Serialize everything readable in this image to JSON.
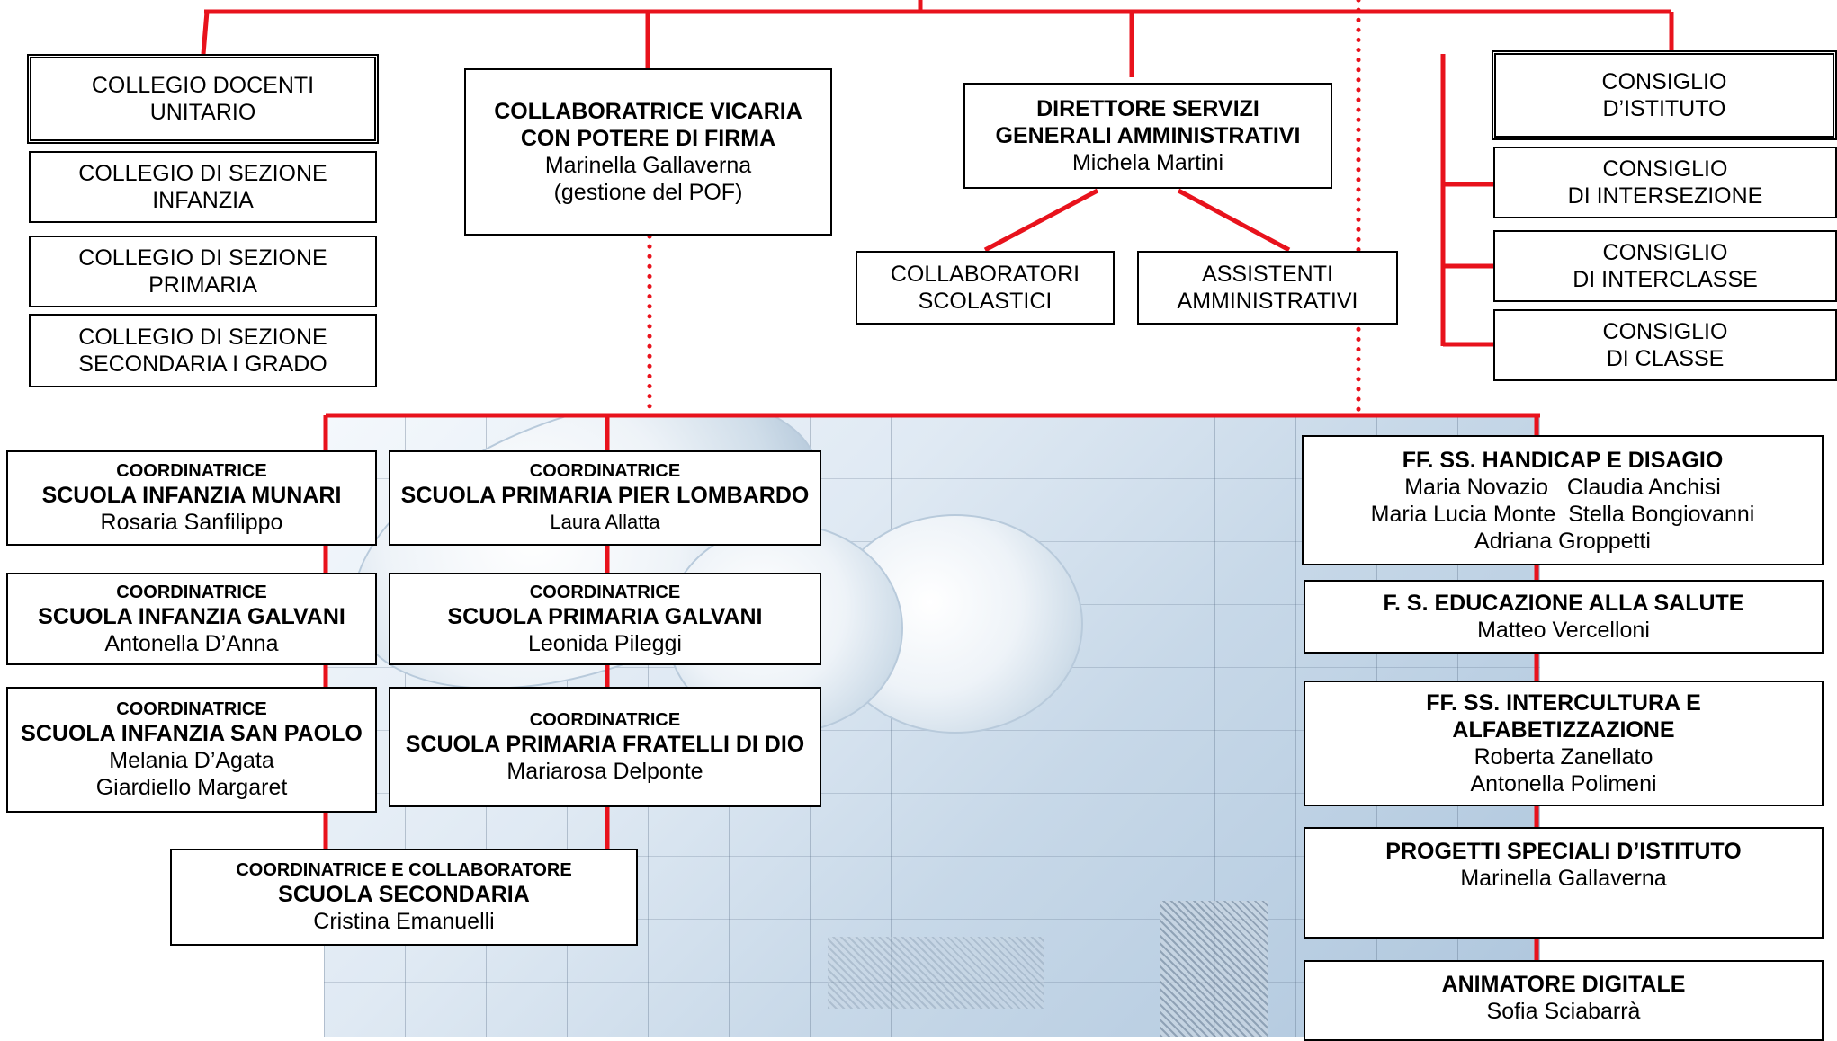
{
  "colors": {
    "connector": "#e8121c",
    "border": "#000000"
  },
  "top_left": {
    "collegio_unitario": [
      "COLLEGIO DOCENTI",
      "UNITARIO"
    ],
    "collegio_infanzia": [
      "COLLEGIO DI SEZIONE",
      "INFANZIA"
    ],
    "collegio_primaria": [
      "COLLEGIO DI SEZIONE",
      "PRIMARIA"
    ],
    "collegio_secondaria": [
      "COLLEGIO DI SEZIONE",
      "SECONDARIA I GRADO"
    ]
  },
  "vicaria": {
    "title": [
      "COLLABORATRICE VICARIA",
      "CON POTERE DI FIRMA"
    ],
    "name": "Marinella Gallaverna",
    "note": "(gestione del POF)"
  },
  "dsga": {
    "title": [
      "DIRETTORE SERVIZI",
      "GENERALI AMMINISTRATIVI"
    ],
    "name": "Michela Martini"
  },
  "collaboratori": [
    "COLLABORATORI",
    "SCOLASTICI"
  ],
  "assistenti": [
    "ASSISTENTI",
    "AMMINISTRATIVI"
  ],
  "consigli": {
    "istituto": [
      "CONSIGLIO",
      "D’ISTITUTO"
    ],
    "intersezione": [
      "CONSIGLIO",
      "DI INTERSEZIONE"
    ],
    "interclasse": [
      "CONSIGLIO",
      "DI INTERCLASSE"
    ],
    "classe": [
      "CONSIGLIO",
      "DI CLASSE"
    ]
  },
  "coordinatrici_infanzia": [
    {
      "role": "COORDINATRICE",
      "school": "SCUOLA INFANZIA MUNARI",
      "names": [
        "Rosaria Sanfilippo"
      ]
    },
    {
      "role": "COORDINATRICE",
      "school": "SCUOLA INFANZIA GALVANI",
      "names": [
        "Antonella D’Anna"
      ]
    },
    {
      "role": "COORDINATRICE",
      "school": "SCUOLA INFANZIA SAN PAOLO",
      "names": [
        "Melania D’Agata",
        "Giardiello Margaret"
      ]
    }
  ],
  "coordinatrici_primaria": [
    {
      "role": "COORDINATRICE",
      "school": "SCUOLA PRIMARIA PIER LOMBARDO",
      "names": [
        "Laura Allatta"
      ]
    },
    {
      "role": "COORDINATRICE",
      "school": "SCUOLA PRIMARIA GALVANI",
      "names": [
        "Leonida Pileggi"
      ]
    },
    {
      "role": "COORDINATRICE",
      "school": "SCUOLA PRIMARIA FRATELLI DI DIO",
      "names": [
        "Mariarosa Delponte"
      ]
    }
  ],
  "secondaria": {
    "role": "COORDINATRICE E COLLABORATORE",
    "school": "SCUOLA SECONDARIA",
    "names": [
      "Cristina Emanuelli"
    ]
  },
  "funzioni": [
    {
      "title": [
        "FF. SS. HANDICAP E DISAGIO"
      ],
      "names": [
        "Maria Novazio   Claudia Anchisi",
        "Maria Lucia Monte  Stella Bongiovanni",
        "Adriana Groppetti"
      ]
    },
    {
      "title": [
        "F. S. EDUCAZIONE ALLA SALUTE"
      ],
      "names": [
        "Matteo Vercelloni"
      ]
    },
    {
      "title": [
        "FF. SS. INTERCULTURA E",
        "ALFABETIZZAZIONE"
      ],
      "names": [
        "Roberta Zanellato",
        "Antonella Polimeni"
      ]
    },
    {
      "title": [
        "PROGETTI SPECIALI D’ISTITUTO"
      ],
      "names": [
        "Marinella Gallaverna"
      ]
    },
    {
      "title": [
        "ANIMATORE DIGITALE"
      ],
      "names": [
        "Sofia Sciabarrà"
      ]
    }
  ]
}
